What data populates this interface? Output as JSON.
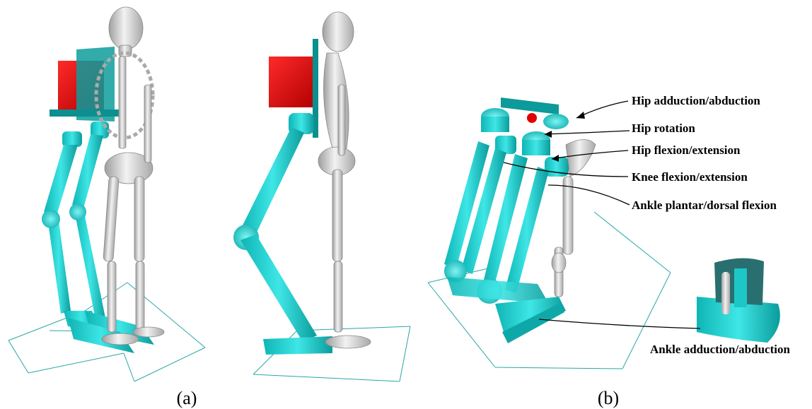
{
  "panels": [
    {
      "id": "a",
      "caption": "(a)"
    },
    {
      "id": "b",
      "caption": "(b)"
    }
  ],
  "annotations": [
    {
      "key": "hip_add",
      "text": "Hip adduction/abduction"
    },
    {
      "key": "hip_rot",
      "text": "Hip rotation"
    },
    {
      "key": "hip_flex",
      "text": "Hip flexion/extension"
    },
    {
      "key": "knee_flex",
      "text": "Knee flexion/extension"
    },
    {
      "key": "ankle_pd",
      "text": "Ankle plantar/dorsal flexion"
    },
    {
      "key": "ankle_add",
      "text": "Ankle adduction/abduction"
    }
  ],
  "colors": {
    "exoskeleton": "#17d3d3",
    "exoskeleton_dark": "#0a8f8f",
    "backpack": "#e60000",
    "bone": "#e8e8e8",
    "bone_shade": "#b5b5b5",
    "annotation_text": "#000000"
  }
}
